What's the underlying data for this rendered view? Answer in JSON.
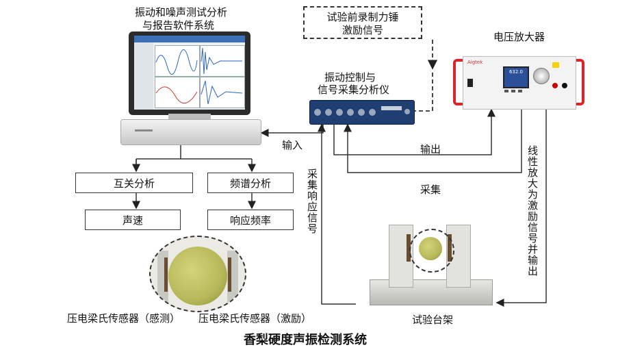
{
  "labels": {
    "software": [
      "振动和噪声测试分析",
      "与报告软件系统"
    ],
    "hammer": [
      "试验前录制力锤",
      "激励信号"
    ],
    "amplifier": "电压放大器",
    "controller": [
      "振动控制与",
      "信号采集分析仪"
    ],
    "input": "输入",
    "output": "输出",
    "acquire": "采集",
    "response": "采集响应信号",
    "amplify": "线性放大为激励信号并输出",
    "cross": "互关分析",
    "spectrum": "频谱分析",
    "speed": "声速",
    "freq": "响应频率",
    "sensor_detect": "压电梁氏传感器（感测）",
    "sensor_excite": "压电梁氏传感器（激励）",
    "bench": "试验台架",
    "title": "香梨硬度声振检测系统"
  },
  "amp_panel": {
    "brand": "Aigtek",
    "display": "632.0"
  },
  "colors": {
    "amp_handle": "#d8262b",
    "controller_body": "#1f3f73",
    "pear": "#b7b85a",
    "fixture": "#d8d8d4"
  }
}
